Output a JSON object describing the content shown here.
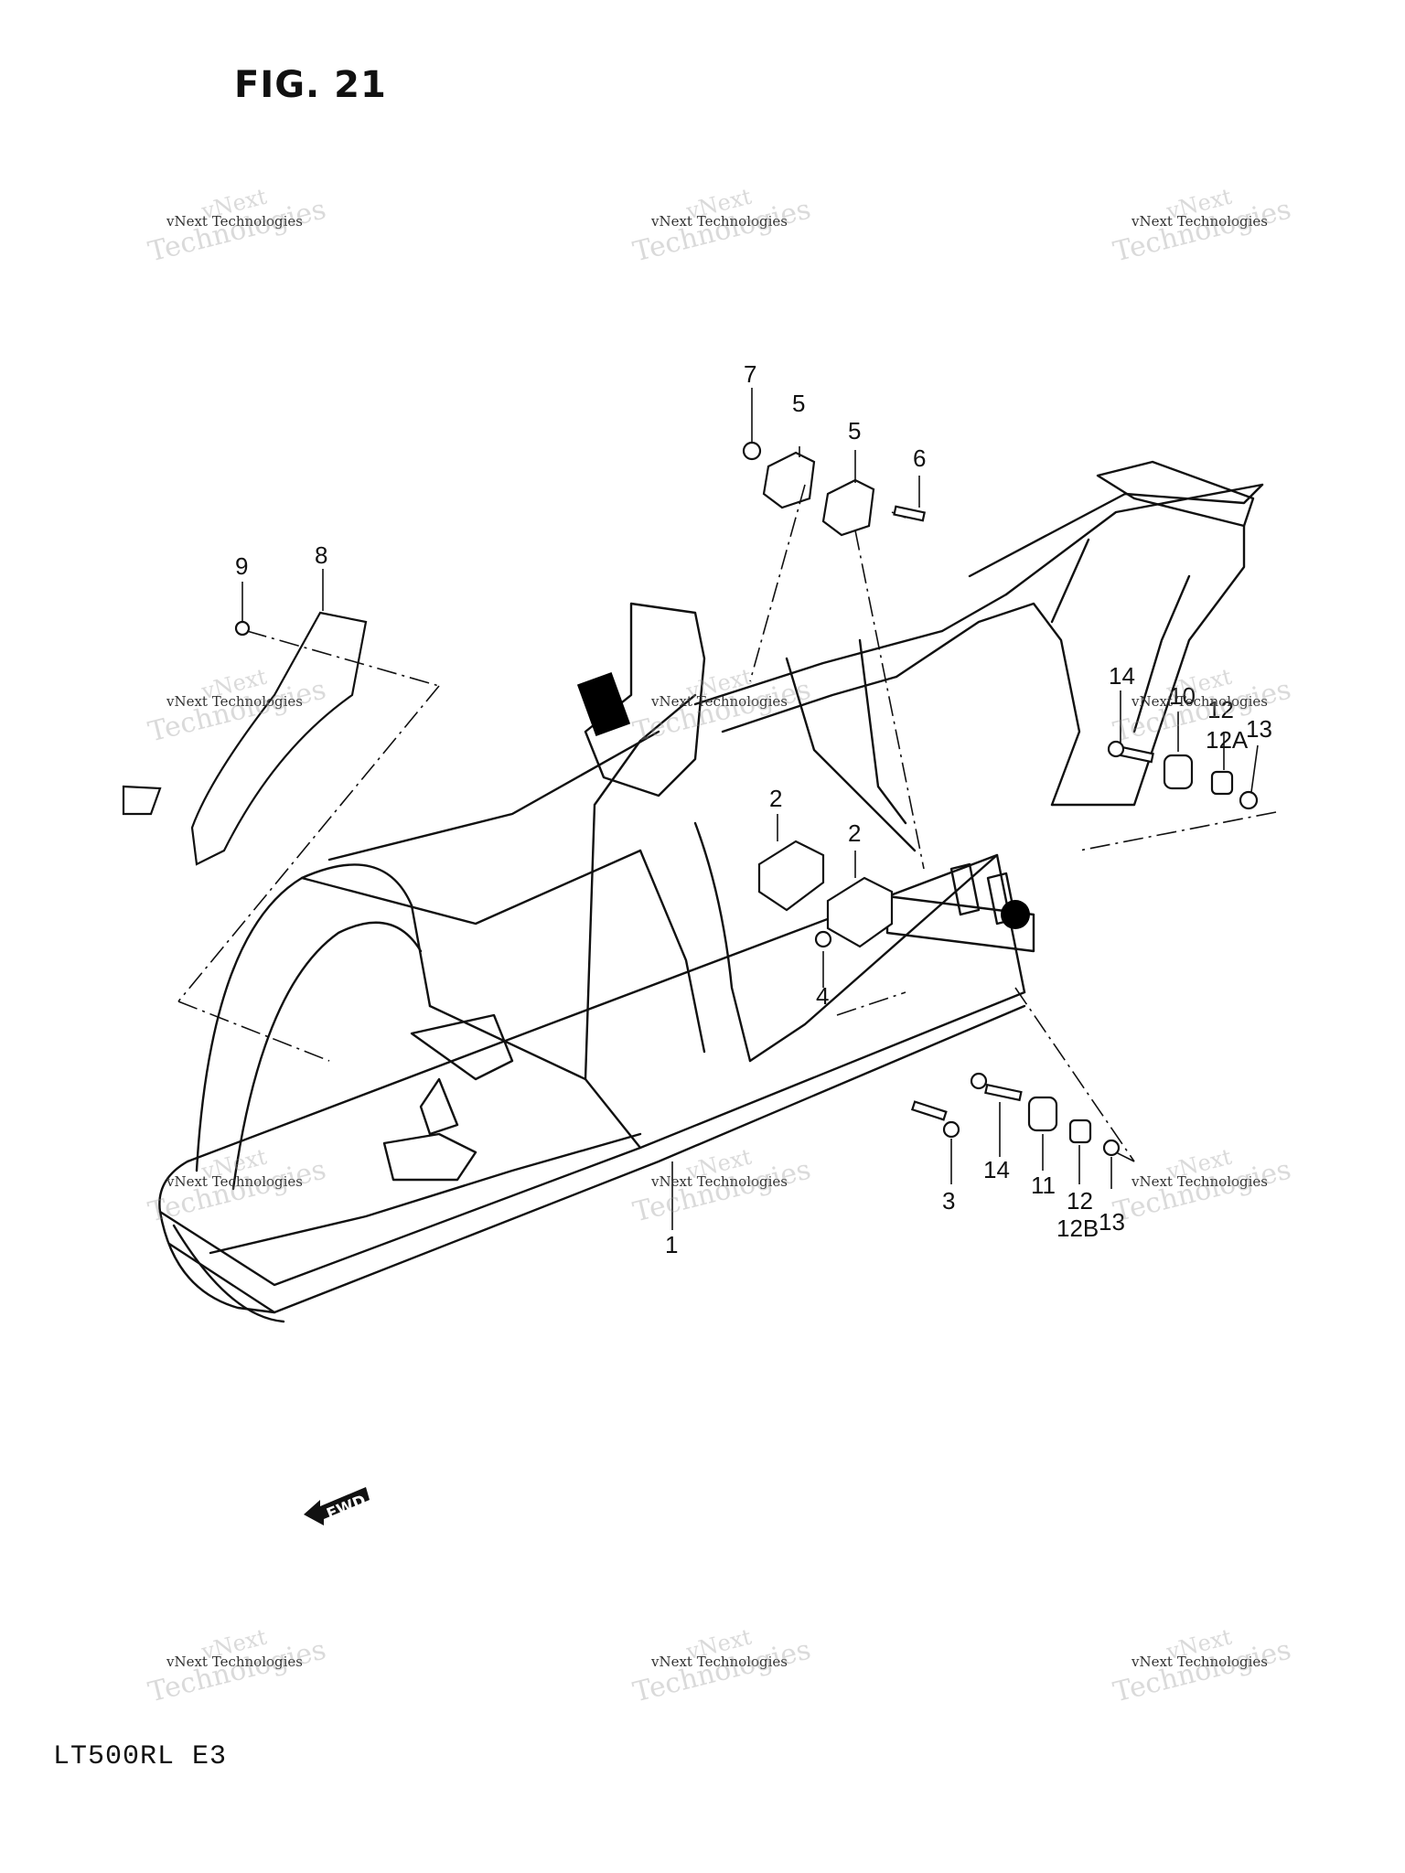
{
  "figure": {
    "title": "FIG. 21",
    "model_code": "LT500RL  E3",
    "direction_label": "FWD"
  },
  "watermark": {
    "line1": "vNext",
    "line2": "vNext Technologies",
    "line3": "Technologies"
  },
  "callouts": [
    "7",
    "5",
    "5",
    "6",
    "9",
    "8",
    "14",
    "10",
    "12",
    "12A",
    "13",
    "2",
    "2",
    "4",
    "14",
    "11",
    "12",
    "12B",
    "13",
    "3",
    "1"
  ]
}
